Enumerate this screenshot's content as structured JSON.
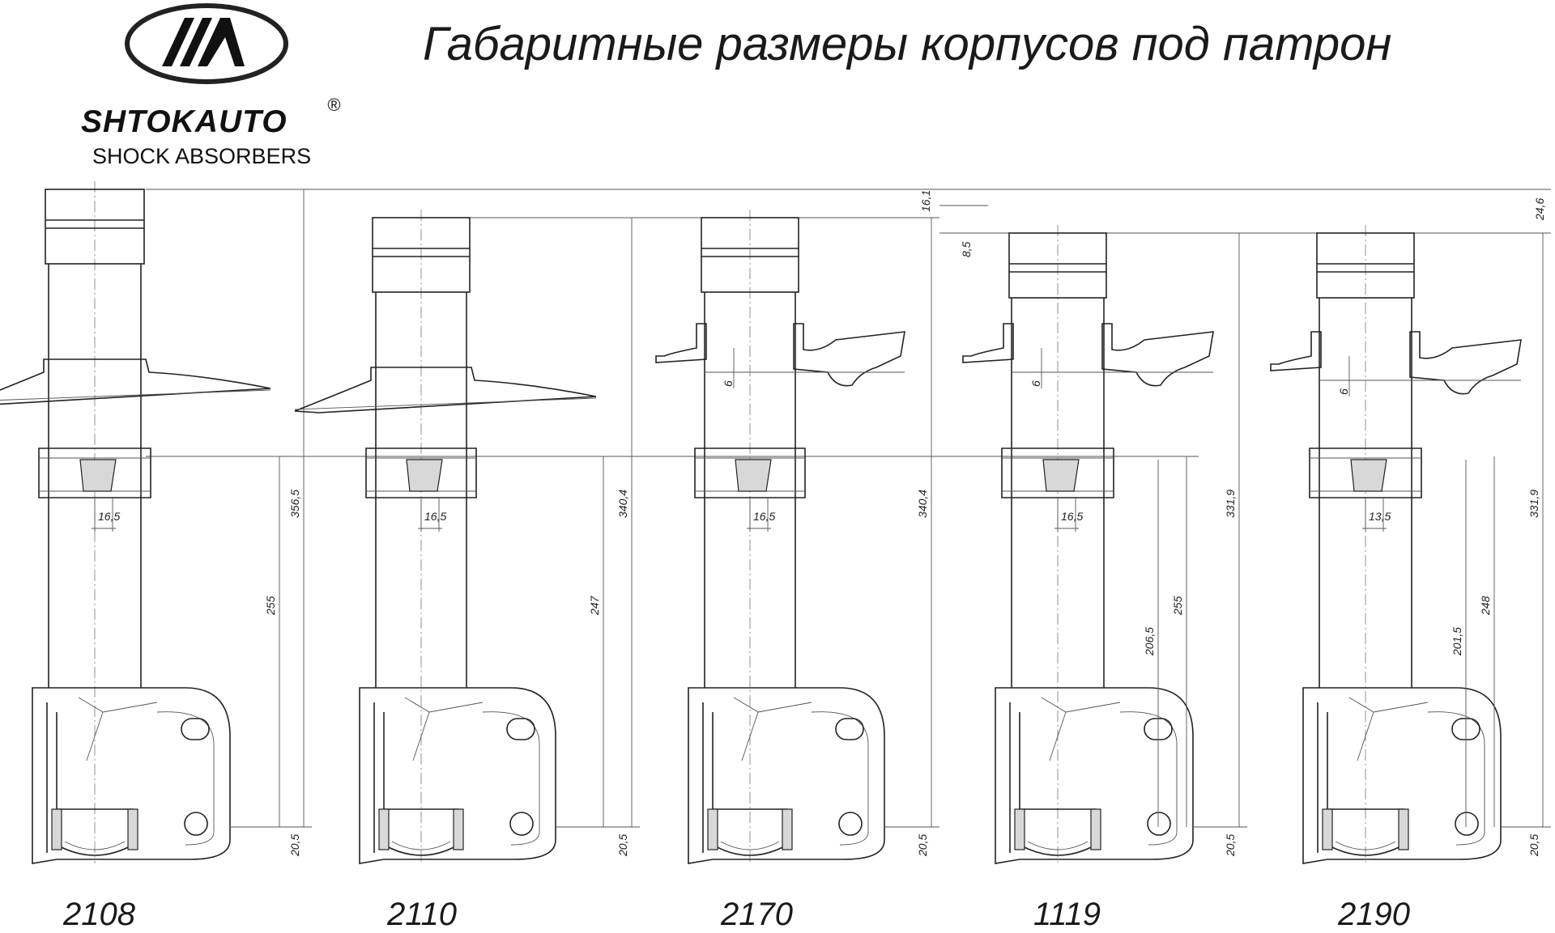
{
  "title": "Габаритные размеры корпусов под патрон",
  "logo": {
    "brand": "SHTOKAUTO",
    "registered": "®",
    "tagline": "SHOCK ABSORBERS"
  },
  "models": [
    {
      "name": "2108",
      "total": "356,5",
      "spring_to_bottom": "255",
      "nut_to_bottom": "",
      "ring_width": "16,5",
      "plate_offset": "",
      "bottom": "20,5"
    },
    {
      "name": "2110",
      "total": "340,4",
      "spring_to_bottom": "247",
      "nut_to_bottom": "",
      "ring_width": "16,5",
      "plate_offset": "",
      "bottom": "20,5"
    },
    {
      "name": "2170",
      "total": "340,4",
      "spring_to_bottom": "",
      "nut_to_bottom": "",
      "ring_width": "16,5",
      "plate_offset": "6",
      "bottom": "20,5"
    },
    {
      "name": "1119",
      "total": "331,9",
      "spring_to_bottom": "255",
      "nut_to_bottom": "206,5",
      "ring_width": "16,5",
      "plate_offset": "6",
      "bottom": "20,5"
    },
    {
      "name": "2190",
      "total": "331,9",
      "spring_to_bottom": "248",
      "nut_to_bottom": "201,5",
      "ring_width": "13,5",
      "plate_offset": "6",
      "bottom": "20,5"
    }
  ],
  "top_offsets": {
    "a": "16,1",
    "b": "8,5",
    "c": "24,6"
  }
}
